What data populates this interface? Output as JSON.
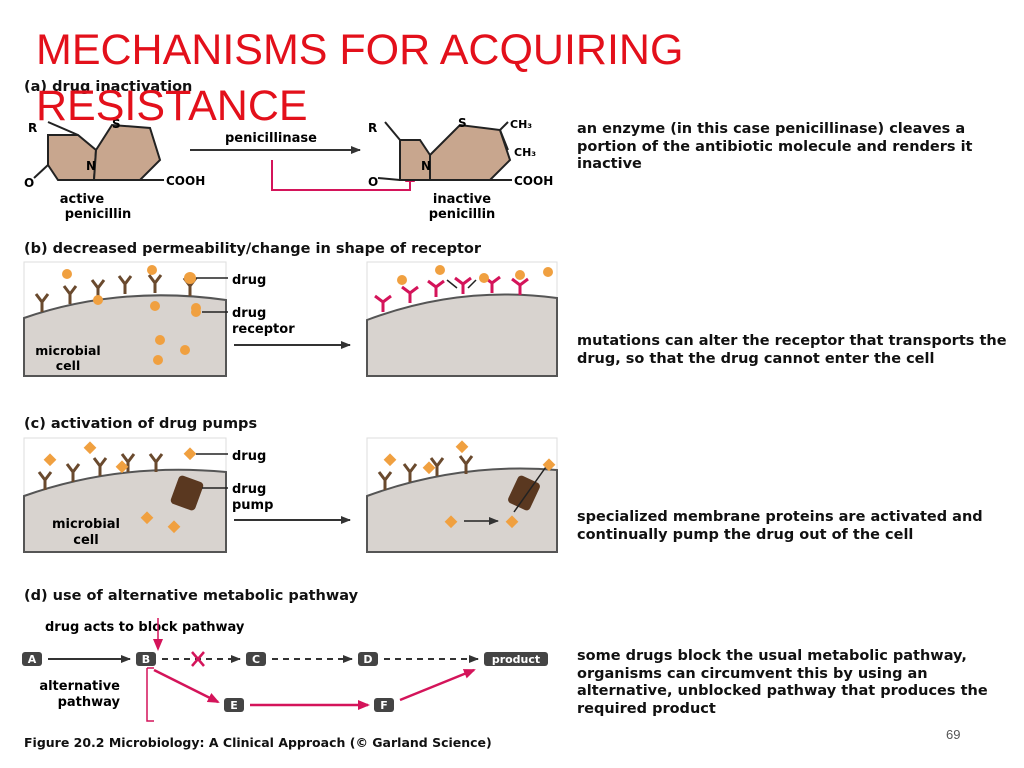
{
  "slide": {
    "title": "MECHANISMS FOR ACQUIRING RESISTANCE",
    "page_number": "69",
    "caption": "Figure 20.2 Microbiology: A Clinical Approach (© Garland Science)"
  },
  "colors": {
    "title": "#e3101b",
    "ring_fill": "#c8a68e",
    "drug": "#f0a040",
    "receptor_normal": "#6a4a2e",
    "receptor_mutant": "#d4145a",
    "pump": "#5a3820",
    "cell": "#d8d3cf",
    "pathway_arrow": "#d4145a"
  },
  "panels": {
    "a": {
      "heading": "(a) drug inactivation",
      "description": "an enzyme (in this case penicillinase) cleaves a portion of the antibiotic molecule and renders it inactive",
      "enzyme_label": "penicillinase",
      "left_caption": "active penicillin",
      "right_caption": "inactive penicillin",
      "atoms": {
        "r": "R",
        "s": "S",
        "n": "N",
        "o": "O",
        "cooh": "COOH",
        "ch3": "CH₃"
      }
    },
    "b": {
      "heading": "(b) decreased permeability/change in shape of receptor",
      "description": "mutations can alter the receptor that transports the drug, so that the drug cannot enter the cell",
      "drug_label": "drug",
      "receptor_label": "drug receptor",
      "cell_label": "microbial cell"
    },
    "c": {
      "heading": "(c) activation of drug pumps",
      "description": "specialized membrane proteins are activated and continually pump the drug out of the cell",
      "drug_label": "drug",
      "pump_label": "drug pump",
      "cell_label": "microbial cell"
    },
    "d": {
      "heading": "(d) use of alternative metabolic pathway",
      "description": "some drugs block the usual metabolic pathway, organisms can circumvent this by using an alternative, unblocked pathway that produces the required product",
      "block_label": "drug acts to block pathway",
      "alt_label": "alternative pathway",
      "nodes": {
        "a": "A",
        "b": "B",
        "c": "C",
        "d": "D",
        "e": "E",
        "f": "F",
        "product": "product"
      }
    }
  }
}
